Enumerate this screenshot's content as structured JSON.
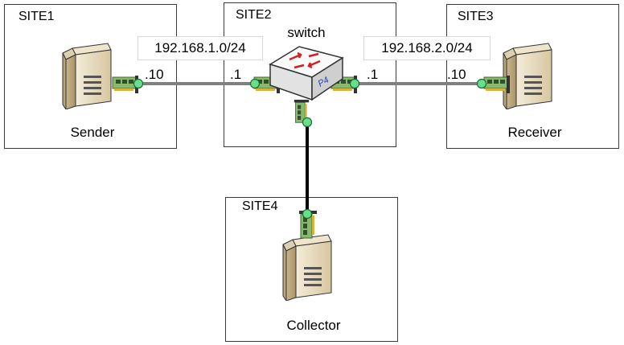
{
  "sites": [
    {
      "label": "SITE1"
    },
    {
      "label": "SITE2"
    },
    {
      "label": "SITE3"
    },
    {
      "label": "SITE4"
    }
  ],
  "nodes": {
    "sender": {
      "label": "Sender"
    },
    "switch": {
      "label": "switch",
      "badge": "P4"
    },
    "receiver": {
      "label": "Receiver"
    },
    "collector": {
      "label": "Collector"
    }
  },
  "subnets": {
    "left": "192.168.1.0/24",
    "right": "192.168.2.0/24"
  },
  "ips": {
    "sender_host": ".10",
    "switch_left": ".1",
    "switch_right": ".1",
    "receiver_host": ".10"
  },
  "colors": {
    "link": "#808080",
    "collector_link": "#000000",
    "port": "#66e08a",
    "nic_board": "#88b96e",
    "server_body": "#e9ddc3",
    "switch_body": "#f2f2f2"
  }
}
